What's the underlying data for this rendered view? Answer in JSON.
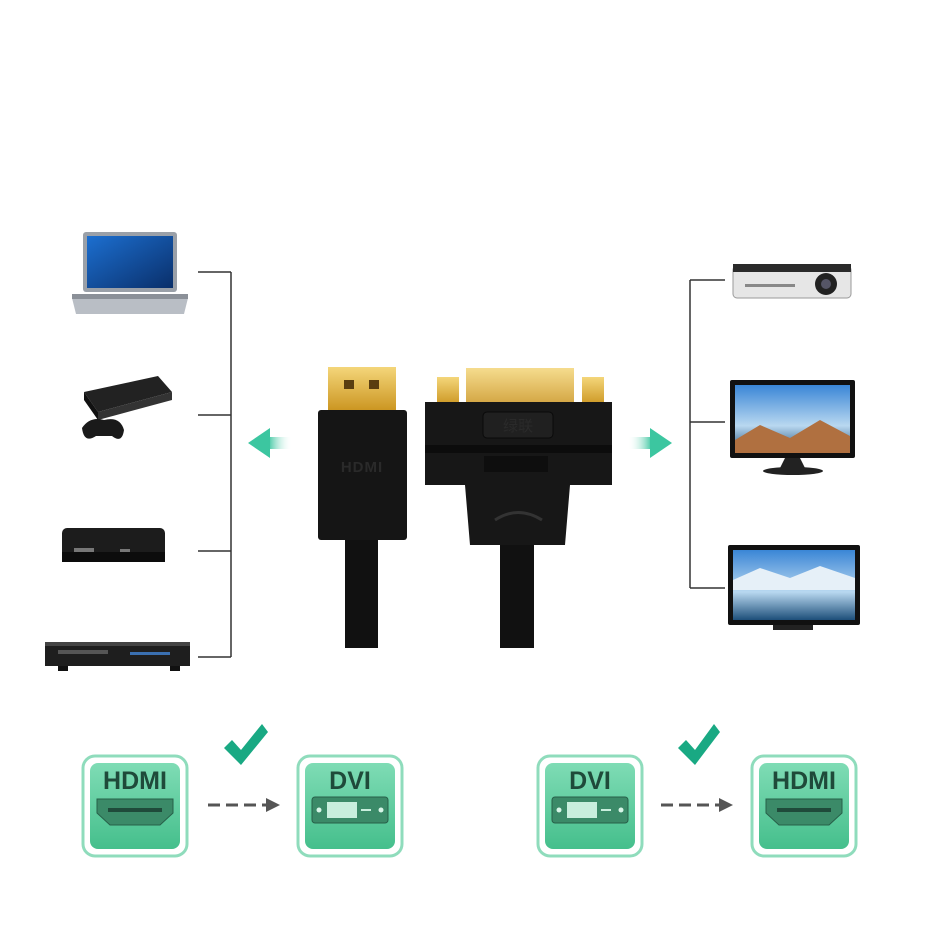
{
  "colors": {
    "accent": "#19a983",
    "badge_fill": "#5ccf9f",
    "badge_border": "#8fdcbc",
    "bracket": "#333333",
    "cable": "#111111",
    "gold": "#e2b43a"
  },
  "source_devices": [
    {
      "icon": "laptop-icon"
    },
    {
      "icon": "game-console-icon"
    },
    {
      "icon": "tv-box-icon"
    },
    {
      "icon": "dvd-player-icon"
    }
  ],
  "display_devices": [
    {
      "icon": "projector-icon"
    },
    {
      "icon": "monitor-icon"
    },
    {
      "icon": "tv-icon"
    }
  ],
  "cable": {
    "hdmi_plug_text": "HDMI",
    "dvi_logo_text": "绿联"
  },
  "conversions": [
    {
      "from": "HDMI",
      "to": "DVI",
      "supported": true
    },
    {
      "from": "DVI",
      "to": "HDMI",
      "supported": true
    }
  ]
}
